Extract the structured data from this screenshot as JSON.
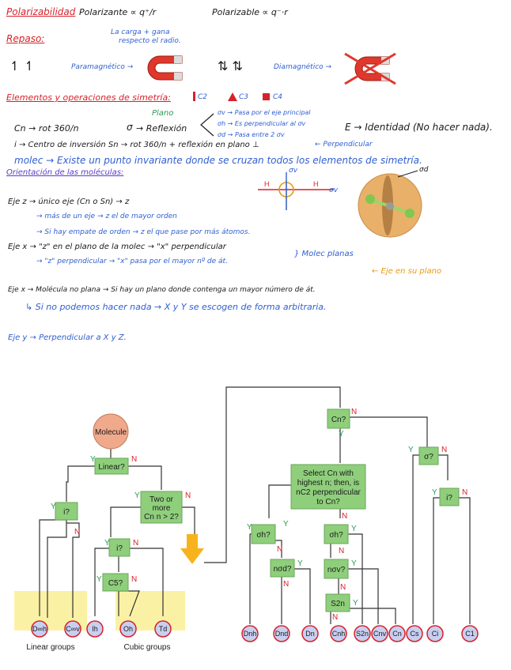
{
  "notes": {
    "polarizabilidad": {
      "title": "Polarizabilidad",
      "formula1": "Polarizante ∝ q⁺/r",
      "formula2": "Polarizable ∝ q⁻·r",
      "note1": "La carga + gana",
      "note2": "respecto el radio."
    },
    "repaso": {
      "title": "Repaso:",
      "para_arrows": "↿  ↿",
      "para_label": "Paramagnético →",
      "dia_arrows": "⇅  ⇅",
      "dia_label": "Diamagnético →"
    },
    "elementos": {
      "title": "Elementos y operaciones de simetría:",
      "c2": "C2",
      "c3": "C3",
      "c4": "C4",
      "plano": "Plano",
      "cn_line": "Cn → rot 360/n",
      "sigma": "σ",
      "reflexion": "→ Reflexión",
      "sv": "σv → Pasa por el eje principal",
      "sh": "σh → Es perpendicular al σv",
      "sd": "σd → Pasa entre 2 σv",
      "identidad": "E → Identidad (No hacer nada).",
      "inversion": "i → Centro de inversión   Sn → rot 360/n + reflexión en plano ⊥",
      "perpendicular": "← Perpendicular",
      "molec": "molec → Existe un punto invariante donde se cruzan todos los elementos de simetría."
    },
    "orientacion": {
      "title": "Orientación de las moléculas:",
      "sv_label": "σv",
      "sv_side": "σv",
      "sd_label": "σd",
      "z1": "Eje z → único eje (Cn o Sn) → z",
      "z2": "→ más de un eje → z el de mayor orden",
      "z3": "→ Si hay empate de orden → z el que pase por más átomos.",
      "x1": "Eje x → \"z\" en el plano de la molec → \"x\" perpendicular",
      "x2": "→ \"z\" perpendicular → \"x\" pasa por el mayor nº de át.",
      "molec_planas": "} Molec planas",
      "eje_plano": "← Eje en su plano",
      "x3": "Eje x → Molécula no plana → Si hay un plano donde contenga un mayor número de át.",
      "x4": "↳ Si no podemos hacer nada → X y Y se escogen de forma arbitraria.",
      "y1": "Eje y → Perpendicular a X y Z."
    }
  },
  "flowchart": {
    "molecule": "Molecule",
    "linear": "Linear?",
    "i_left": "i?",
    "two_or_more": [
      "Two or",
      "more",
      "Cn n > 2?"
    ],
    "i_mid": "i?",
    "c5": "C5?",
    "cn_top": "Cn?",
    "select": [
      "Select Cn with",
      "highest n; then, is",
      "nC2 perpendicular",
      "to Cn?"
    ],
    "sigma_h_left": "σh?",
    "sigma_d": "nσd?",
    "sigma_h_right": "σh?",
    "n_sigma_v": "nσv?",
    "s2n": "S2n",
    "sigma_right": "σ?",
    "i_right": "i?",
    "yes": "Y",
    "no": "N",
    "linear_groups": "Linear groups",
    "cubic_groups": "Cubic groups",
    "terminals": [
      "D∞h",
      "C∞v",
      "Ih",
      "Oh",
      "Td",
      "Dnh",
      "Dnd",
      "Dn",
      "Cnh",
      "S2n",
      "Cnv",
      "Cn",
      "Cs",
      "Ci",
      "C1"
    ]
  },
  "colors": {
    "red": "#d6222a",
    "blue": "#2f5fd0",
    "green_box": "#8fcf7c",
    "terminal": "#c8cff0",
    "highlight": "#fbf1a4",
    "molecule": "#f1a98c",
    "arrow": "#f7b21c"
  }
}
